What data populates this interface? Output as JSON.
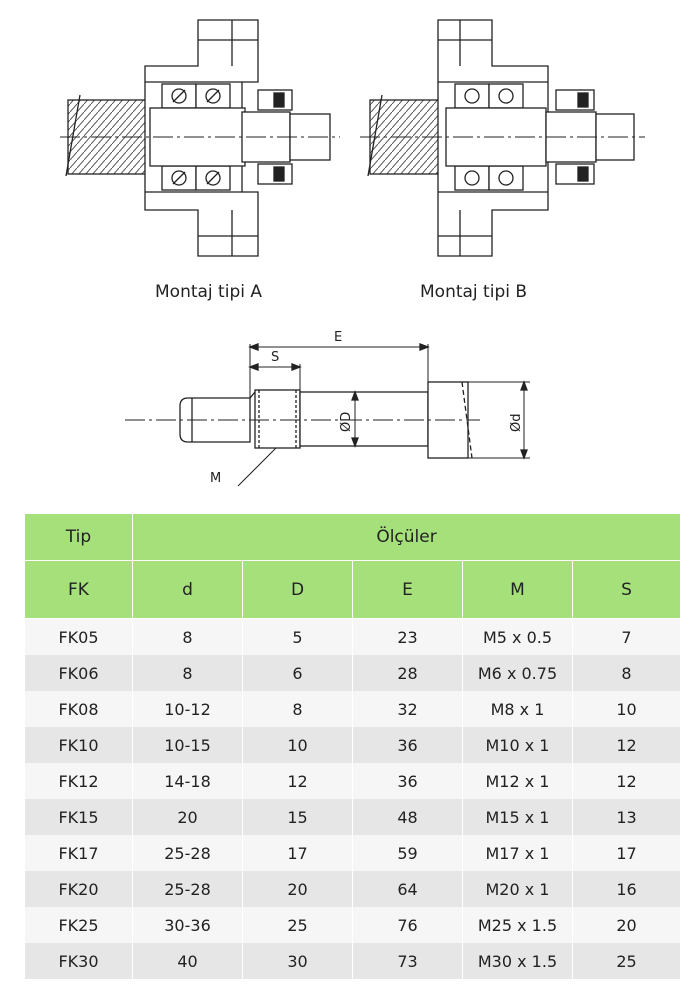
{
  "captions": {
    "mount_a": "Montaj tipi A",
    "mount_b": "Montaj tipi B"
  },
  "shaft_labels": {
    "E": "E",
    "S": "S",
    "D": "ØD",
    "d": "Ød",
    "M": "M"
  },
  "table": {
    "group_header_tip": "Tip",
    "group_header_dims": "Ölçüler",
    "columns": [
      "FK",
      "d",
      "D",
      "E",
      "M",
      "S"
    ],
    "rows": [
      [
        "FK05",
        "8",
        "5",
        "23",
        "M5 x 0.5",
        "7"
      ],
      [
        "FK06",
        "8",
        "6",
        "28",
        "M6 x 0.75",
        "8"
      ],
      [
        "FK08",
        "10-12",
        "8",
        "32",
        "M8 x 1",
        "10"
      ],
      [
        "FK10",
        "10-15",
        "10",
        "36",
        "M10 x 1",
        "12"
      ],
      [
        "FK12",
        "14-18",
        "12",
        "36",
        "M12 x 1",
        "12"
      ],
      [
        "FK15",
        "20",
        "15",
        "48",
        "M15 x 1",
        "13"
      ],
      [
        "FK17",
        "25-28",
        "17",
        "59",
        "M17 x 1",
        "17"
      ],
      [
        "FK20",
        "25-28",
        "20",
        "64",
        "M20 x 1",
        "16"
      ],
      [
        "FK25",
        "30-36",
        "25",
        "76",
        "M25 x 1.5",
        "20"
      ],
      [
        "FK30",
        "40",
        "30",
        "73",
        "M30 x 1.5",
        "25"
      ]
    ]
  },
  "colors": {
    "header_green": "#a6e07a",
    "row_light": "#f6f6f6",
    "row_dark": "#e6e6e6"
  }
}
